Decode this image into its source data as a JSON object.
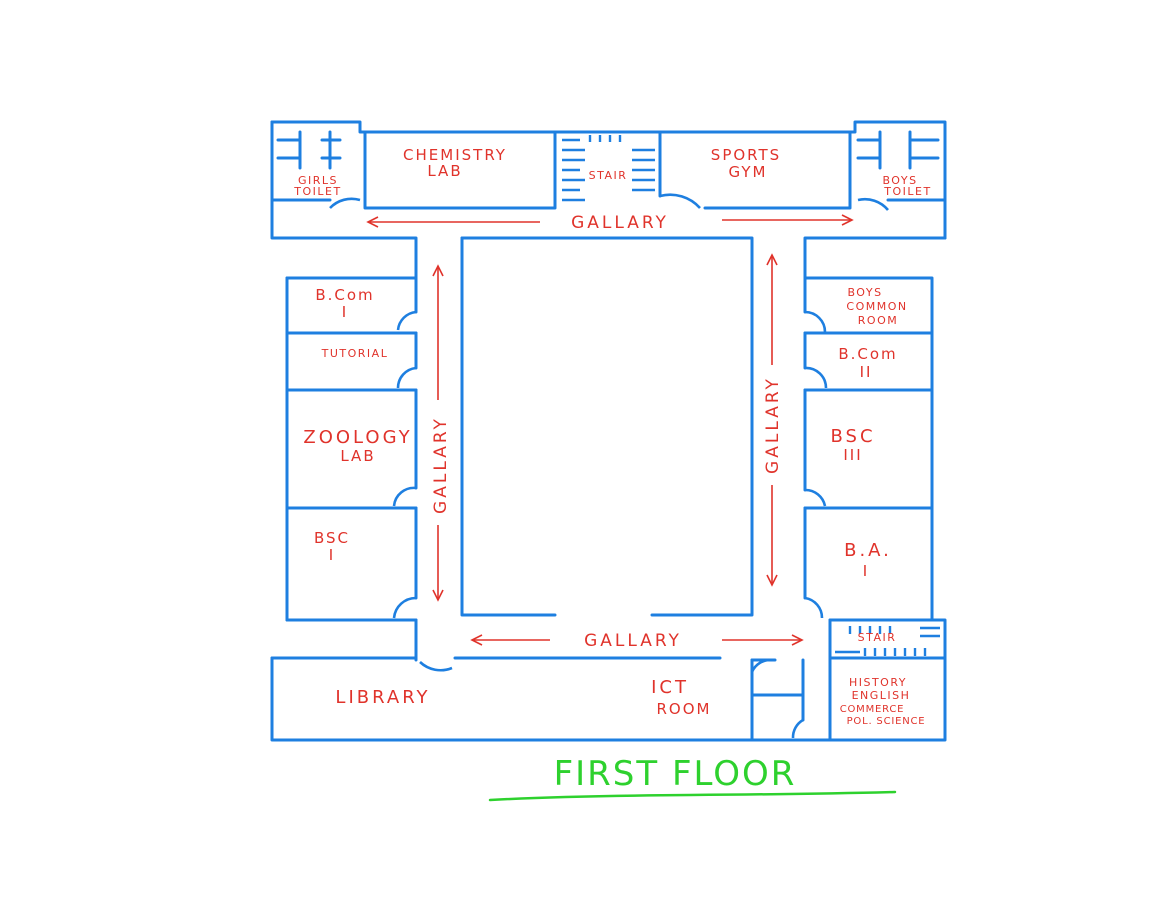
{
  "title": "FIRST FLOOR",
  "colors": {
    "walls": "#1e7fe0",
    "labels": "#e0332b",
    "title": "#2ed12e"
  },
  "rooms": {
    "girls_toilet": [
      "GIRLS",
      "TOILET"
    ],
    "chemistry_lab": [
      "CHEMISTRY",
      "LAB"
    ],
    "stair_top": "STAIR",
    "sports_gym": [
      "SPORTS",
      "GYM"
    ],
    "boys_toilet": [
      "BOYS",
      "TOILET"
    ],
    "bcom_1": [
      "B.Com",
      "I"
    ],
    "tutorial": "TUTORIAL",
    "zoology_lab": [
      "ZOOLOGY",
      "LAB"
    ],
    "bsc_1": [
      "BSC",
      "I"
    ],
    "boys_common_room": [
      "BOYS",
      "COMMON",
      "ROOM"
    ],
    "bcom_2": [
      "B.Com",
      "II"
    ],
    "bsc_3": [
      "BSC",
      "III"
    ],
    "ba_1": [
      "B.A.",
      "I"
    ],
    "stair_bottom": "STAIR",
    "library": "LIBRARY",
    "ict_room": [
      "ICT",
      "ROOM"
    ],
    "history_room": [
      "HISTORY",
      "ENGLISH",
      "COMMERCE",
      "POL. SCIENCE"
    ]
  },
  "galleries": {
    "top": "GALLARY",
    "left": "GALLARY",
    "right": "GALLARY",
    "bottom": "GALLARY"
  }
}
